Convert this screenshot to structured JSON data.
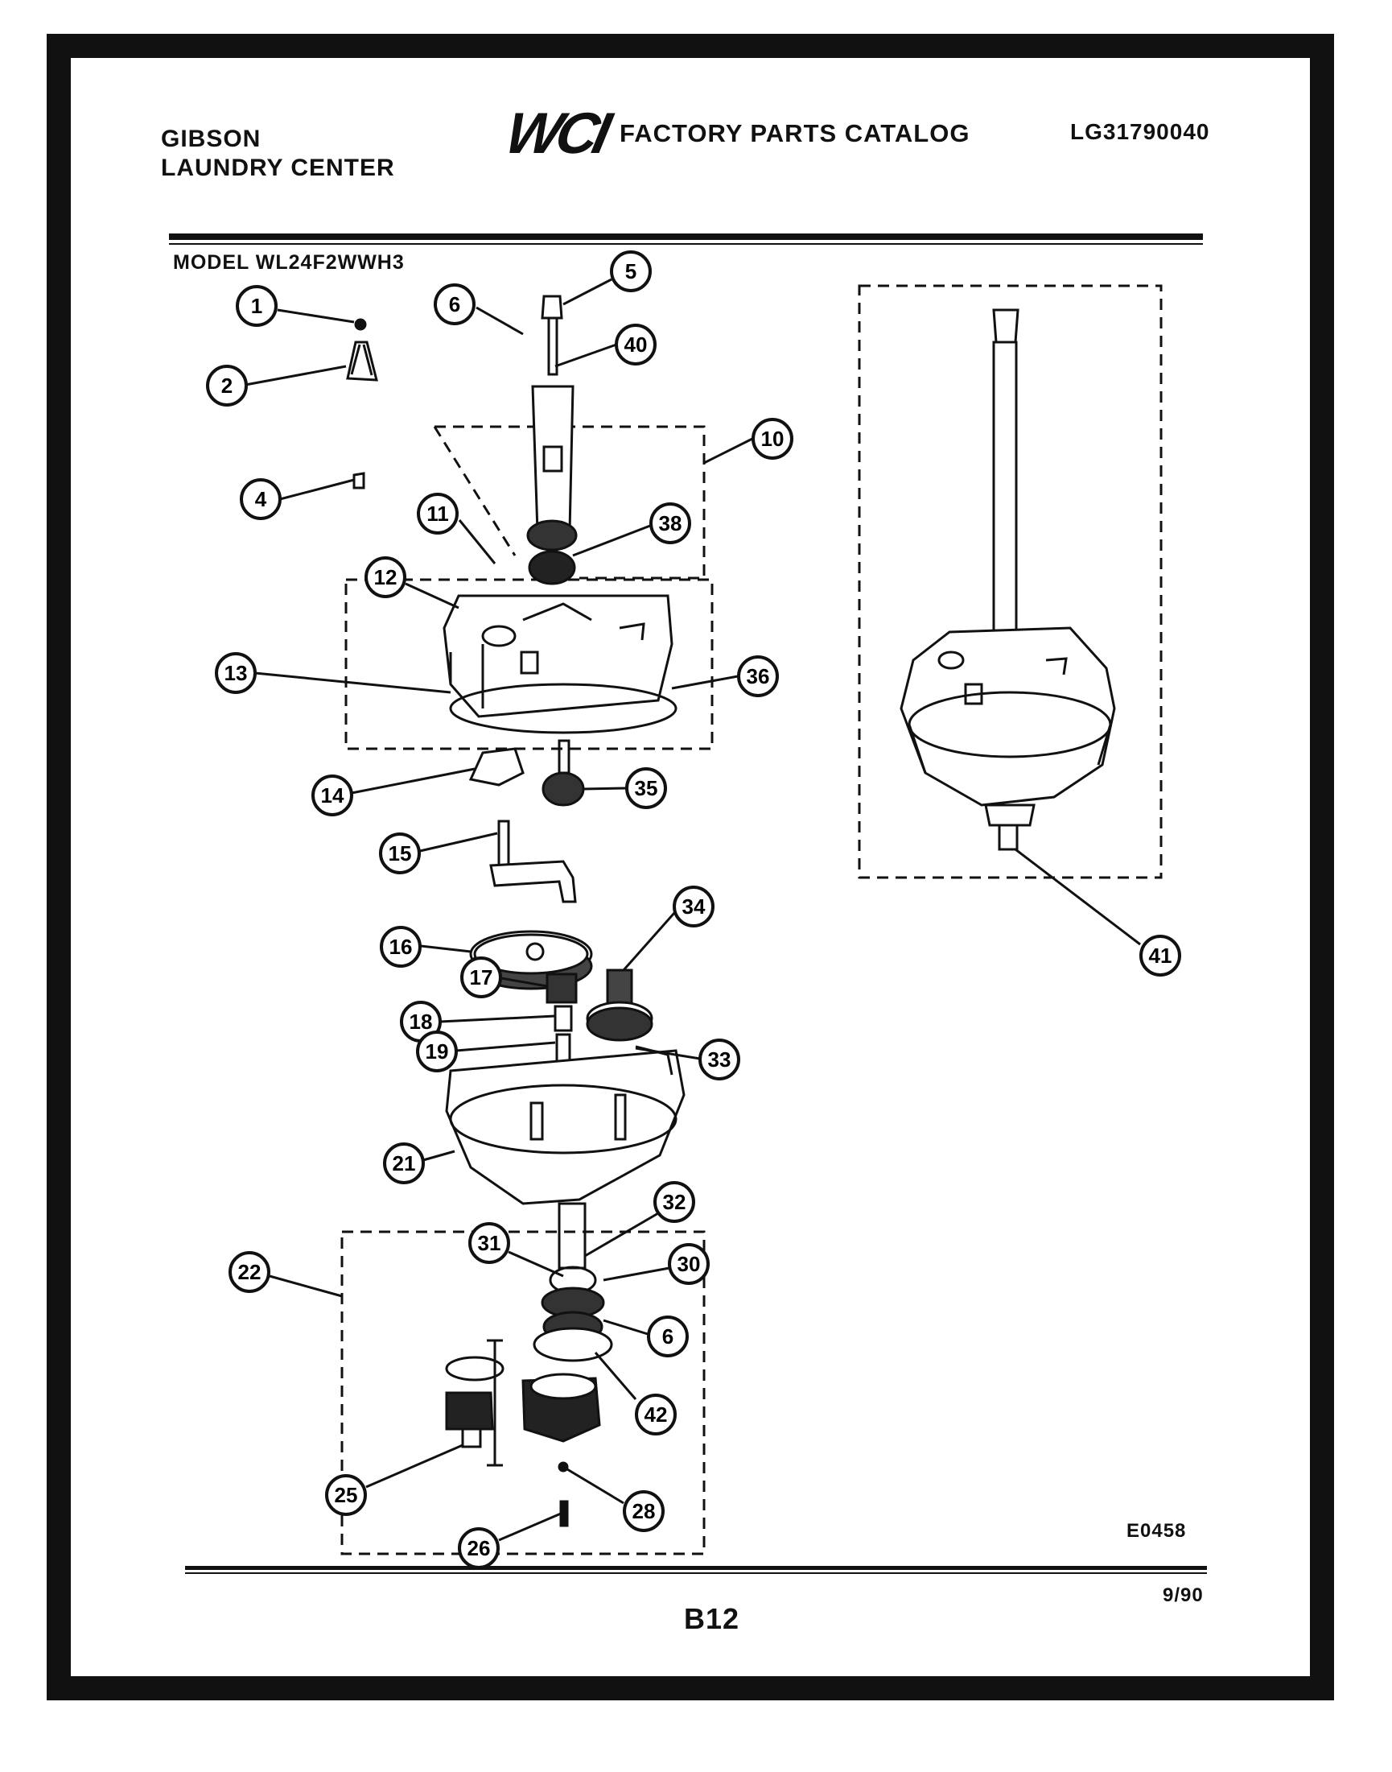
{
  "header": {
    "brand_line1": "GIBSON",
    "brand_line2": "LAUNDRY CENTER",
    "logo": "WCI",
    "catalog_title": "FACTORY PARTS CATALOG",
    "catalog_number": "LG31790040"
  },
  "model_label": "MODEL WL24F2WWH3",
  "callouts": [
    "1",
    "2",
    "4",
    "5",
    "6",
    "40",
    "10",
    "11",
    "38",
    "12",
    "13",
    "36",
    "14",
    "35",
    "15",
    "16",
    "34",
    "17",
    "18",
    "19",
    "33",
    "21",
    "32",
    "31",
    "30",
    "22",
    "6",
    "42",
    "25",
    "28",
    "26",
    "41"
  ],
  "footer": {
    "code": "E0458",
    "page": "B12",
    "date": "9/90"
  }
}
